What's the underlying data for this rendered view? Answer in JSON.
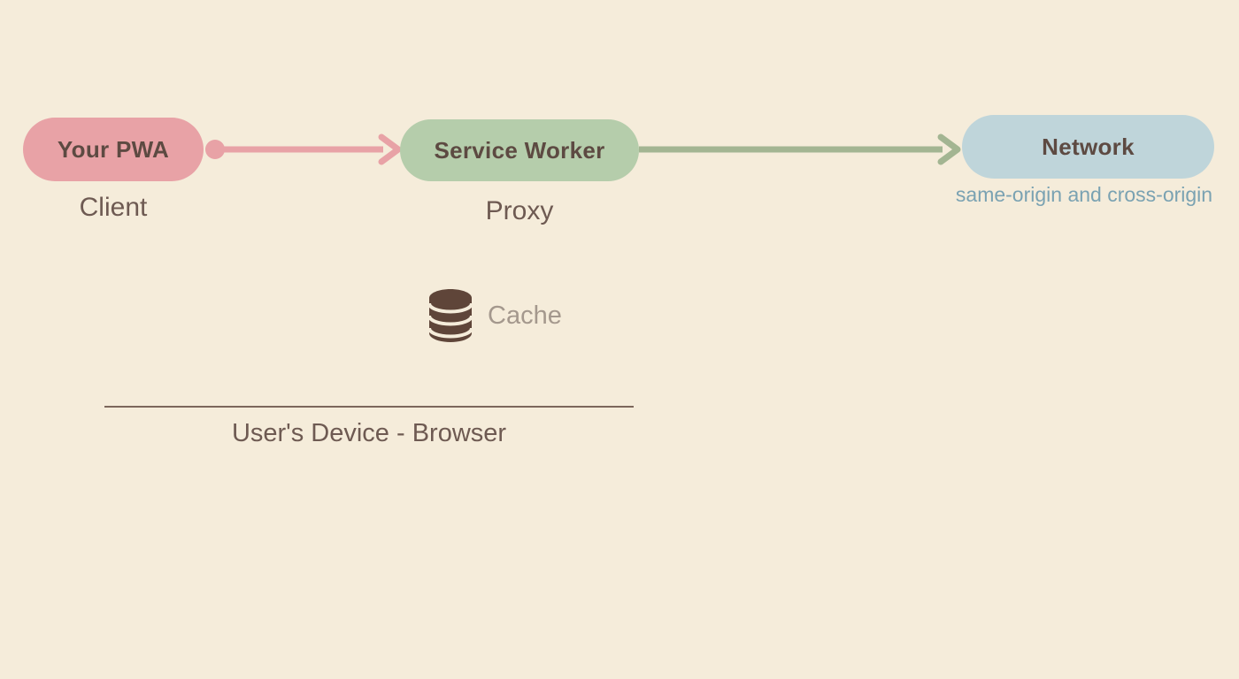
{
  "colors": {
    "background": "#f5ecda",
    "pwa_pill": "#e8a2a6",
    "sw_pill": "#b5cdab",
    "network_pill": "#bfd5da",
    "pill_text": "#5d4a42",
    "label_text": "#6e5a52",
    "network_sub_text": "#7aa2b2",
    "pink_arrow": "#e8a2a6",
    "green_arrow": "#a3b592",
    "cache_icon": "#5f4539",
    "cache_label": "#a4988d",
    "divider": "#7c675b"
  },
  "nodes": {
    "pwa": {
      "label": "Your PWA",
      "sublabel": "Client"
    },
    "service_worker": {
      "label": "Service Worker",
      "sublabel": "Proxy"
    },
    "network": {
      "label": "Network",
      "sublabel": "same-origin and cross-origin"
    }
  },
  "cache": {
    "label": "Cache",
    "icon": "database-icon"
  },
  "device_scope": {
    "label": "User's Device - Browser"
  }
}
